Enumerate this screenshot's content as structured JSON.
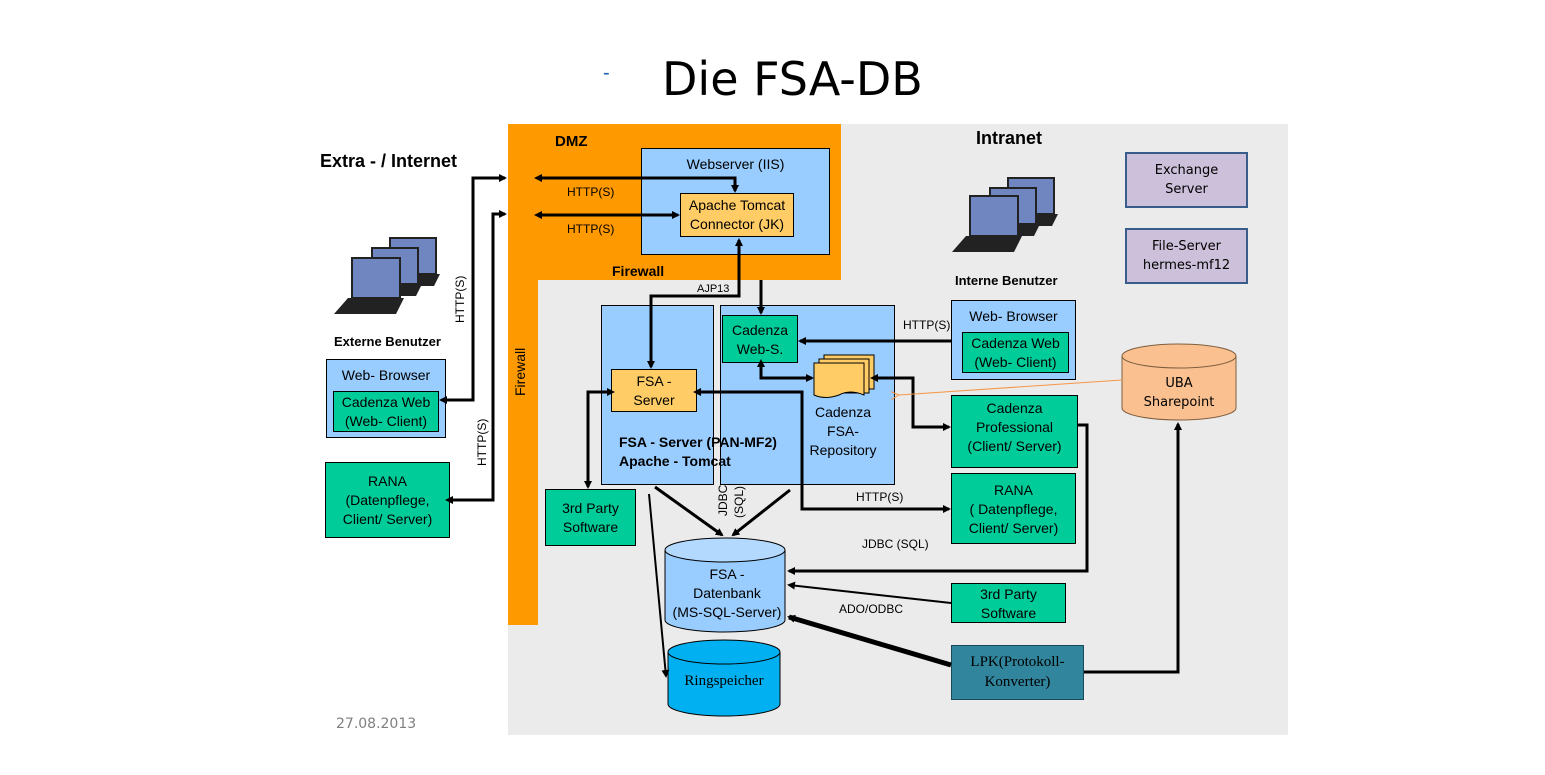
{
  "slide": {
    "title": "Die FSA-DB",
    "bullet": "-",
    "date": "27.08.2013"
  },
  "zones": {
    "extranet": "Extra - / Internet",
    "dmz": "DMZ",
    "intranet": "Intranet",
    "firewall_top": "Firewall",
    "firewall_left": "Firewall"
  },
  "users": {
    "external": "Externe Benutzer",
    "internal": "Interne Benutzer"
  },
  "dmz": {
    "webserver": "Webserver (IIS)",
    "connector_line1": "Apache Tomcat",
    "connector_line2": "Connector (JK)"
  },
  "external": {
    "browser_title": "Web- Browser",
    "cadenza_line1": "Cadenza Web",
    "cadenza_line2": "(Web- Client)",
    "rana_line1": "RANA",
    "rana_line2": "(Datenpflege,",
    "rana_line3": "Client/ Server)"
  },
  "server": {
    "fsa_server_line1": "FSA -",
    "fsa_server_line2": "Server",
    "caption_line1": "FSA -  Server (PAN-MF2)",
    "caption_line2": "Apache - Tomcat",
    "cadenza_ws_line1": "Cadenza",
    "cadenza_ws_line2": "Web-S.",
    "repo_line1": "Cadenza",
    "repo_line2": "FSA-",
    "repo_line3": "Repository",
    "third_party_line1": "3rd Party",
    "third_party_line2": "Software"
  },
  "database": {
    "fsa_line1": "FSA -",
    "fsa_line2": "Datenbank",
    "fsa_line3": "(MS-SQL-Server)",
    "ring": "Ringspeicher"
  },
  "internal": {
    "browser_title": "Web- Browser",
    "cadenza_line1": "Cadenza Web",
    "cadenza_line2": "(Web- Client)",
    "pro_line1": "Cadenza",
    "pro_line2": "Professional",
    "pro_line3": "(Client/ Server)",
    "rana_line1": "RANA",
    "rana_line2": "( Datenpflege,",
    "rana_line3": "Client/ Server)",
    "third_party_line1": "3rd Party",
    "third_party_line2": "Software",
    "lpk_line1": "LPK(Protokoll-",
    "lpk_line2": "Konverter)",
    "uba_line1": "UBA",
    "uba_line2": "Sharepoint",
    "exchange_line1": "Exchange",
    "exchange_line2": "Server",
    "file_line1": "File-Server",
    "file_line2": "hermes-mf12"
  },
  "protocols": {
    "http1": "HTTP(S)",
    "http2": "HTTP(S)",
    "http_vert1": "HTTP(S)",
    "http_vert2": "HTTP(S)",
    "ajp": "AJP13",
    "http_internal": "HTTP(S)",
    "http_rana": "HTTP(S)",
    "jdbc_vert1": "JDBC",
    "jdbc_vert2": "(SQL)",
    "jdbc": "JDBC (SQL)",
    "ado": "ADO/ODBC"
  },
  "colors": {
    "firewall": "#ff9900",
    "intranet_bg": "#ebebeb",
    "server_blue": "#99ccff",
    "app_green": "#00cc99",
    "component_yellow": "#ffcc66",
    "lpk_teal": "#31859c",
    "sharepoint_orange": "#fac090",
    "ring_blue": "#00b0f0"
  }
}
